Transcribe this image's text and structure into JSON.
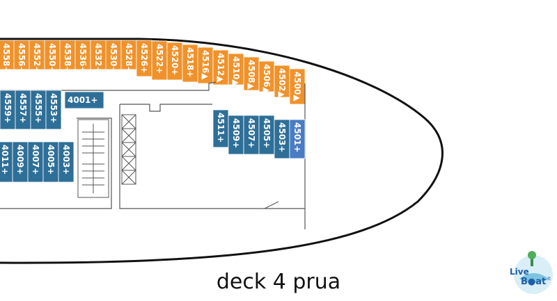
{
  "title": "deck 4 prua",
  "logo": {
    "text_line1": "Live",
    "text_line2": "Bat",
    "text_suffix": ".it"
  },
  "colors": {
    "orange": "#f0922b",
    "blue": "#2e6f98",
    "light_blue": "#4a7cc4",
    "outline": "#111111"
  },
  "cabins_orange": [
    "4558+",
    "4556+",
    "4552+",
    "4550+",
    "4538+",
    "4536+",
    "4532+",
    "4530+",
    "4528+",
    "4526+",
    "4522+",
    "4520+",
    "4518+",
    "4516▲",
    "4512▲",
    "4510▲",
    "4508▲",
    "4506▲",
    "4502▲",
    "4500▲"
  ],
  "cabins_blue_top": [
    "4559+",
    "4557+",
    "4555+",
    "4553+",
    "4001+"
  ],
  "cabins_blue_bottom": [
    "4011+",
    "4009+",
    "4007+",
    "4005+",
    "4003+"
  ],
  "cabins_blue_forward": [
    "4511+",
    "4509+",
    "4507+",
    "4505+",
    "4503+",
    "4501+"
  ]
}
